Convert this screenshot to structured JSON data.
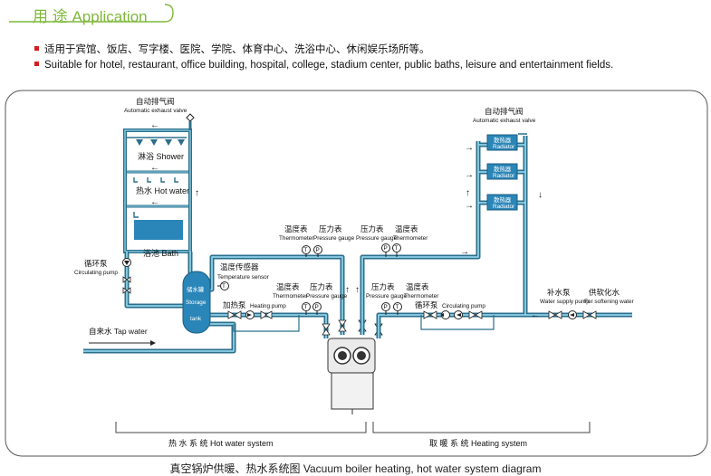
{
  "header": {
    "title": "用 途 Application"
  },
  "bullets": {
    "zh": "适用于宾馆、饭店、写字楼、医院、学院、体育中心、洗浴中心、休闲娱乐场所等。",
    "en": "Suitable for hotel, restaurant, office building, hospital, college, stadium center, public baths, leisure and entertainment fields."
  },
  "left": {
    "exhaust_zh": "自动排气阀",
    "exhaust_en": "Automatic exhaust valve",
    "shower": "淋浴 Shower",
    "hotwater": "热水 Hot water",
    "bath": "浴池 Bath",
    "circ_zh": "循环泵",
    "circ_en": "Circulating pump",
    "tank_zh": "储水罐",
    "tank_en1": "Storage",
    "tank_en2": "tank",
    "tempsensor_zh": "温度传感器",
    "tempsensor_en": "Temperature sensor",
    "heatpump_zh": "加热泵",
    "heatpump_en": "Heating pump",
    "tap": "自来水 Tap water",
    "thermo_zh": "温度表",
    "thermo_en": "Thermometer",
    "press_zh": "压力表",
    "press_en": "Pressure gauge"
  },
  "right": {
    "exhaust_zh": "自动排气阀",
    "exhaust_en": "Automatic exhaust valve",
    "radiator_zh": "散热器",
    "radiator_en": "Radiator",
    "press_zh": "压力表",
    "press_en": "Pressure gauge",
    "thermo_zh": "温度表",
    "thermo_en": "Thermometer",
    "circ_zh": "循环泵",
    "circ_en": "Circulating pump",
    "supply_zh": "补水泵",
    "supply_en": "Water supply pump",
    "soft_zh": "供软化水",
    "soft_en": "For softening water"
  },
  "gauges": {
    "t": "T",
    "p": "P"
  },
  "arrows": {
    "left": "←",
    "right": "→",
    "up": "↑",
    "down": "↓"
  },
  "sections": {
    "hot": "热 水 系 统   Hot water system",
    "heating": "取 暖 系 统   Heating system"
  },
  "caption": "真空锅炉供暖、热水系统图  Vacuum boiler heating, hot water system diagram",
  "colors": {
    "pipe": "#2b6f8c",
    "pipe_light": "#8ed0e6",
    "water": "#2a86b8",
    "radiator": "#2a86b8",
    "header_green": "#7fb83a",
    "bullet_red": "#d41c1c"
  }
}
